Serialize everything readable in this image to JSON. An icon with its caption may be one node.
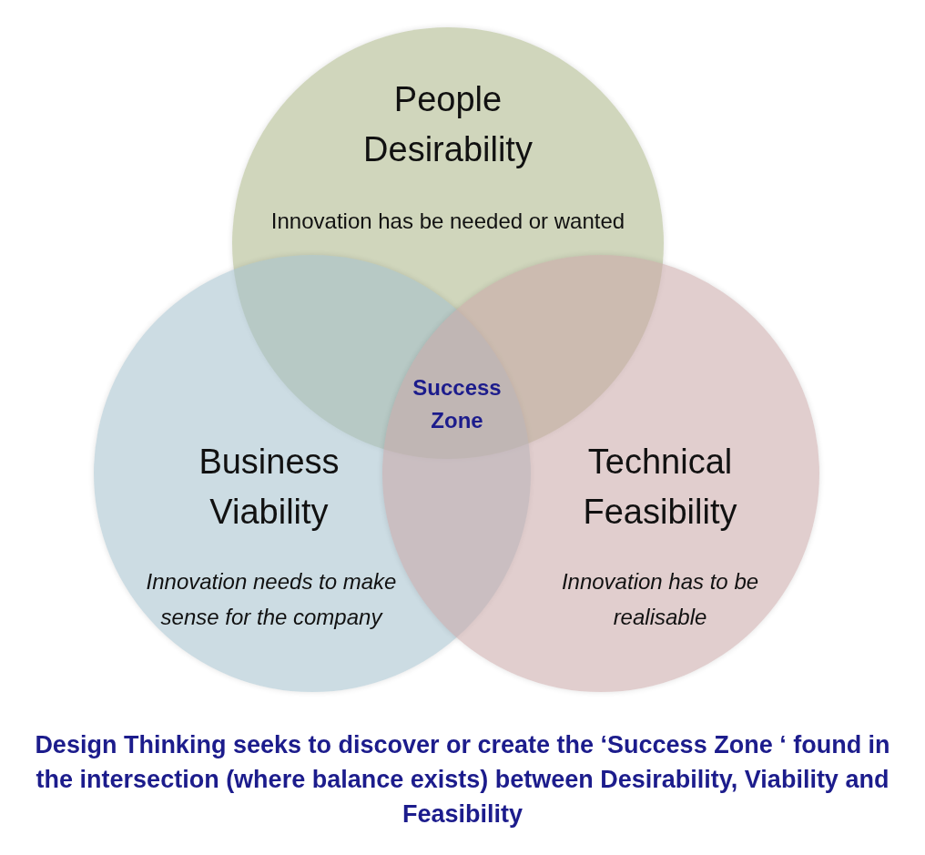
{
  "diagram": {
    "nodes": [
      {
        "text": [
          "People Desirability",
          "Innovation has be needed or wanted"
        ]
      },
      {
        "text": [
          "Business Viability",
          "Innovation needs to make sense for the company"
        ]
      },
      {
        "text": [
          "Technical Feasibility",
          "Innovation has to be realisable"
        ]
      }
    ],
    "labels": [
      "Success Zone"
    ],
    "caption": "Design Thinking seeks to discover or create the ‘Success Zone ‘ found in the intersection (where balance exists) between Desirability, Viability and Feasibility"
  }
}
